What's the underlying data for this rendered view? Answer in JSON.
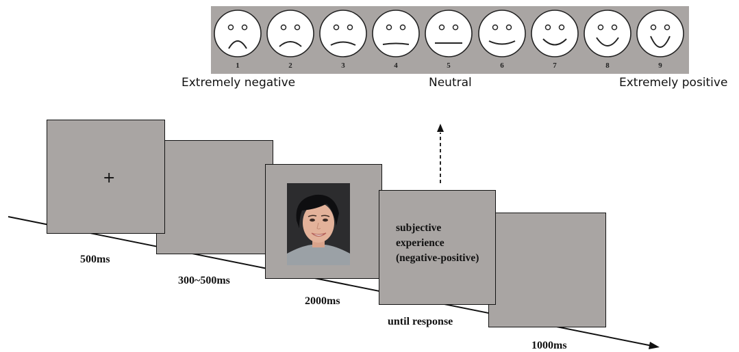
{
  "rating_scale": {
    "faces": [
      {
        "number": "1",
        "expression": "very-sad"
      },
      {
        "number": "2",
        "expression": "sad"
      },
      {
        "number": "3",
        "expression": "slightly-sad"
      },
      {
        "number": "4",
        "expression": "mildly-sad"
      },
      {
        "number": "5",
        "expression": "neutral"
      },
      {
        "number": "6",
        "expression": "mildly-happy"
      },
      {
        "number": "7",
        "expression": "slightly-happy"
      },
      {
        "number": "8",
        "expression": "happy"
      },
      {
        "number": "9",
        "expression": "very-happy"
      }
    ],
    "label_left": "Extremely negative",
    "label_center": "Neutral",
    "label_right": "Extremely positive"
  },
  "trial": {
    "fixation_symbol": "+",
    "screens": [
      {
        "timing": "500ms"
      },
      {
        "timing": "300~500ms"
      },
      {
        "timing": "2000ms"
      },
      {
        "timing": "until response"
      },
      {
        "timing": "1000ms"
      }
    ],
    "prompt_lines": [
      "subjective",
      "experience",
      "(negative-positive)"
    ]
  },
  "colors": {
    "screen_gray": "#a9a5a3",
    "outline": "#111111"
  }
}
